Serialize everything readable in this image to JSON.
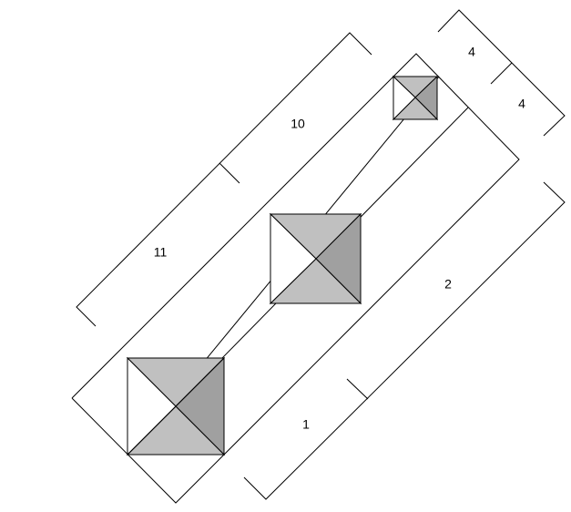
{
  "colors": {
    "background": "#ffffff",
    "line": "#000000",
    "face_light": "#c0c0c0",
    "face_dark": "#a0a0a0",
    "face_white": "#ffffff"
  },
  "dimensions": {
    "top_right_upper": "4",
    "top_right_lower": "4",
    "left_upper": "10",
    "left_lower": "11",
    "right_upper": "2",
    "right_lower": "1"
  }
}
